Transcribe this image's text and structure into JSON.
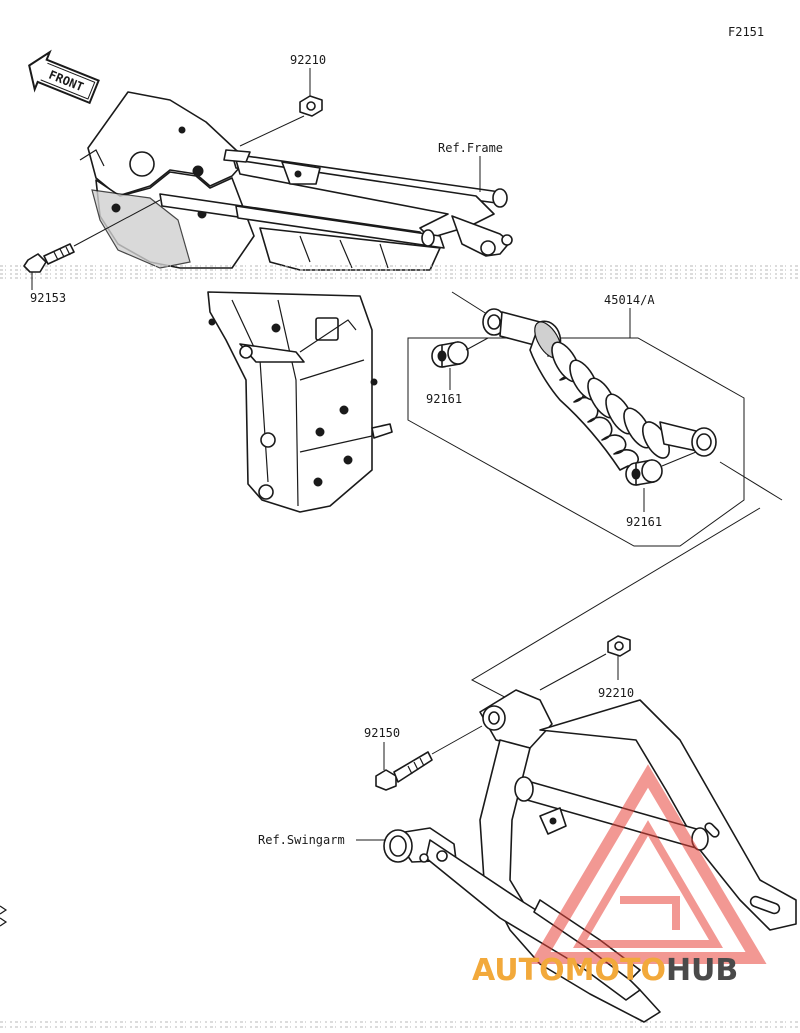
{
  "diagram": {
    "code": "F2151",
    "front_label": "FRONT",
    "refs": {
      "frame": "Ref.Frame",
      "swingarm": "Ref.Swingarm"
    },
    "parts": {
      "nut_top": "92210",
      "bolt_top": "92153",
      "shock_absorber": "45014/A",
      "collar_upper": "92161",
      "collar_lower": "92161",
      "nut_bottom": "92210",
      "bolt_bottom": "92150"
    }
  },
  "watermark": {
    "brand_part1": "AUTO",
    "brand_part2": "MOTO",
    "brand_part3": "HUB",
    "colors": {
      "triangle": "#e8453c",
      "orange": "#f2a93b",
      "dark": "#4a4a4a"
    }
  }
}
